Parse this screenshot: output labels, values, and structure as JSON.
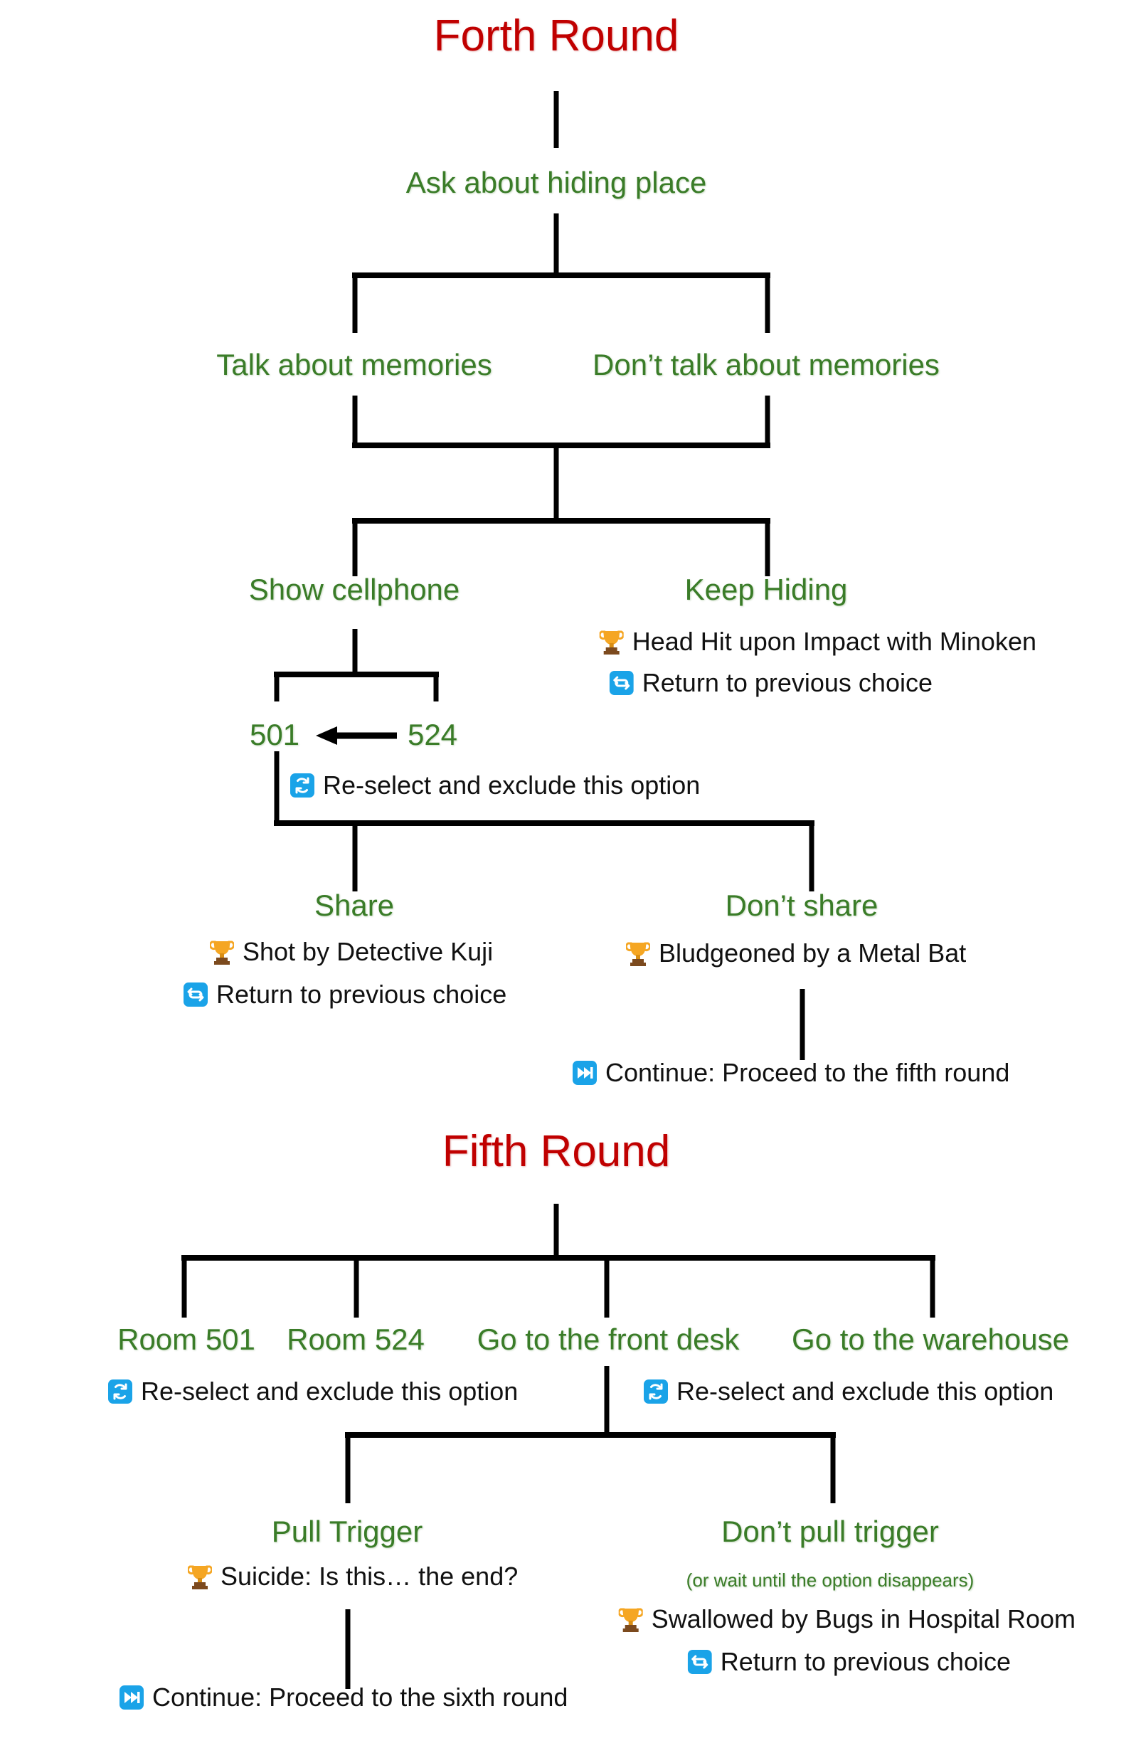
{
  "meta": {
    "colors": {
      "title_red": "#C00000",
      "choice_green": "#3A7C28",
      "note_black": "#111111",
      "connector_black": "#000000",
      "icon_blue": "#1AA3E8",
      "trophy_gold": "#F5A623",
      "background": "#FFFFFF"
    }
  },
  "rounds": [
    {
      "id": "forth",
      "title": "Forth Round",
      "nodes": {
        "ask_hiding": "Ask about hiding place",
        "talk_memories": "Talk about memories",
        "dont_talk_memories": "Don’t talk about memories",
        "show_cellphone": "Show cellphone",
        "keep_hiding": "Keep Hiding",
        "room_501": "501",
        "room_524": "524",
        "share": "Share",
        "dont_share": "Don’t share"
      },
      "notes": {
        "keep_hiding_ending": "Head Hit upon Impact with Minoken",
        "keep_hiding_return": "Return to previous choice",
        "cellphone_reselect": "Re-select and exclude this option",
        "share_ending": "Shot by Detective Kuji",
        "share_return": "Return to previous choice",
        "dont_share_ending": "Bludgeoned by a Metal Bat",
        "continue_fifth": "Continue: Proceed to the fifth round"
      }
    },
    {
      "id": "fifth",
      "title": "Fifth Round",
      "nodes": {
        "room_501": "Room 501",
        "room_524": "Room 524",
        "front_desk": "Go to the front desk",
        "warehouse": "Go to the warehouse",
        "pull_trigger": "Pull Trigger",
        "dont_pull_trigger": "Don’t pull trigger",
        "dont_pull_trigger_sub": "(or wait until the option disappears)"
      },
      "notes": {
        "rooms_reselect": "Re-select and exclude this option",
        "warehouse_reselect": "Re-select and exclude this option",
        "pull_trigger_ending": "Suicide: Is this… the end?",
        "dont_pull_ending": "Swallowed by Bugs in Hospital Room",
        "dont_pull_return": "Return to previous choice",
        "continue_sixth": "Continue: Proceed to the sixth round"
      }
    }
  ],
  "icons": {
    "trophy": "trophy-icon",
    "return": "return-loop-icon",
    "reselect": "reselect-refresh-icon",
    "continue": "continue-skip-forward-icon",
    "arrow_left": "arrow-left-icon"
  }
}
